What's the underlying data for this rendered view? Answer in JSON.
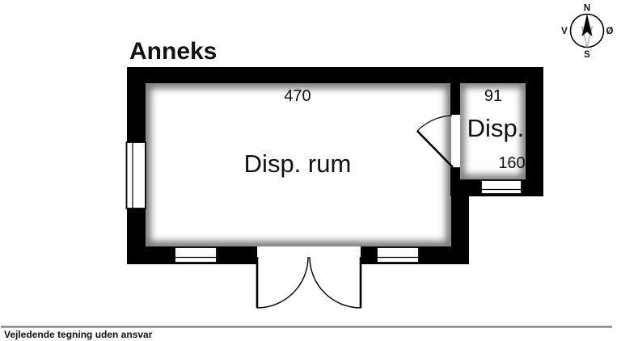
{
  "page": {
    "title": "Anneks"
  },
  "plan": {
    "main_room": {
      "name": "Disp. rum",
      "width_dim": "470"
    },
    "small_room": {
      "name": "Disp.",
      "width_dim": "91",
      "depth_dim": "160"
    }
  },
  "compass": {
    "north": "N",
    "south": "S",
    "west": "V",
    "east": "Ø"
  },
  "footer": {
    "disclaimer": "Vejledende tegning uden ansvar"
  },
  "colors": {
    "wall": "#000000",
    "background": "#ffffff",
    "inner_shadow": "#555555",
    "divider_line": "#6b6b6b"
  }
}
